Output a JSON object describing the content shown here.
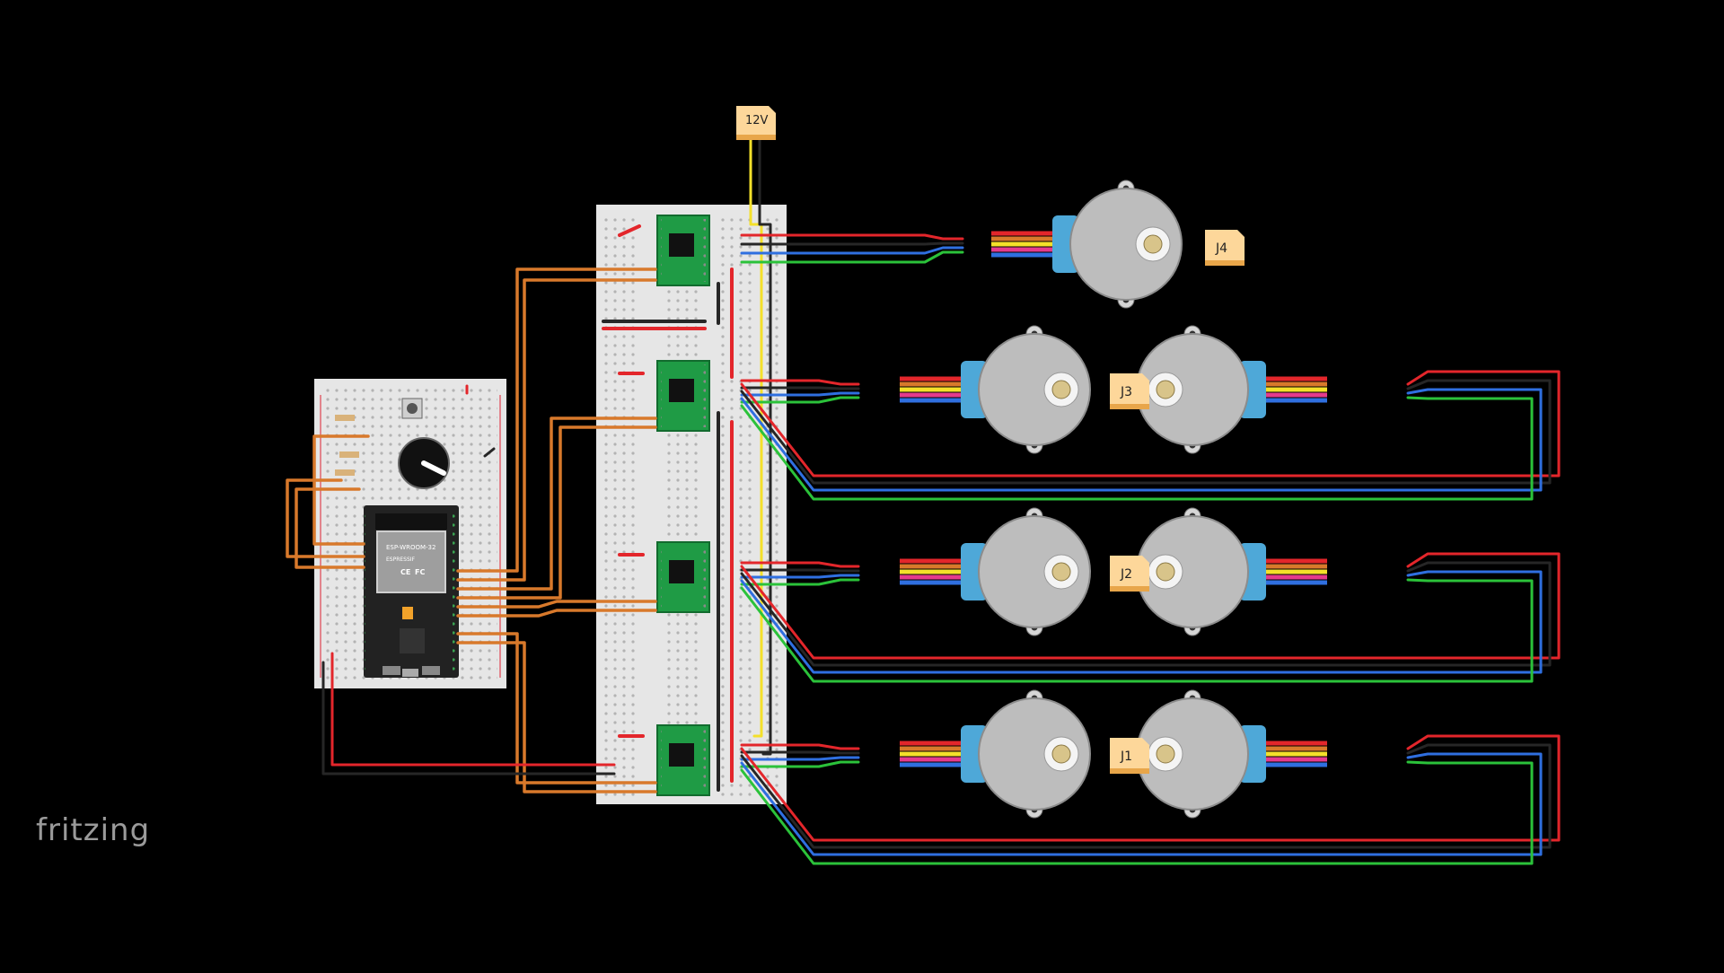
{
  "app": {
    "brand": "fritzing"
  },
  "power_label": "12V",
  "connector_labels": [
    "J4",
    "J3",
    "J2",
    "J1"
  ],
  "chip": {
    "model": "ESP-WROOM-32",
    "brand_logo_text": "ESPRESSIF",
    "marks": [
      "CE",
      "FC"
    ]
  },
  "colors": {
    "background": "#000000",
    "wire_red": "#e3262b",
    "wire_black": "#262626",
    "wire_blue": "#2f6fe0",
    "wire_green": "#2bc23a",
    "wire_orange": "#d8792b",
    "wire_yellow": "#f4e02a",
    "wire_pink": "#e43b8c",
    "driver_board": "#1f9b45",
    "motor_body": "#bdbdbd",
    "motor_mount": "#4ea8d8",
    "label_fill": "#fdd79a"
  }
}
